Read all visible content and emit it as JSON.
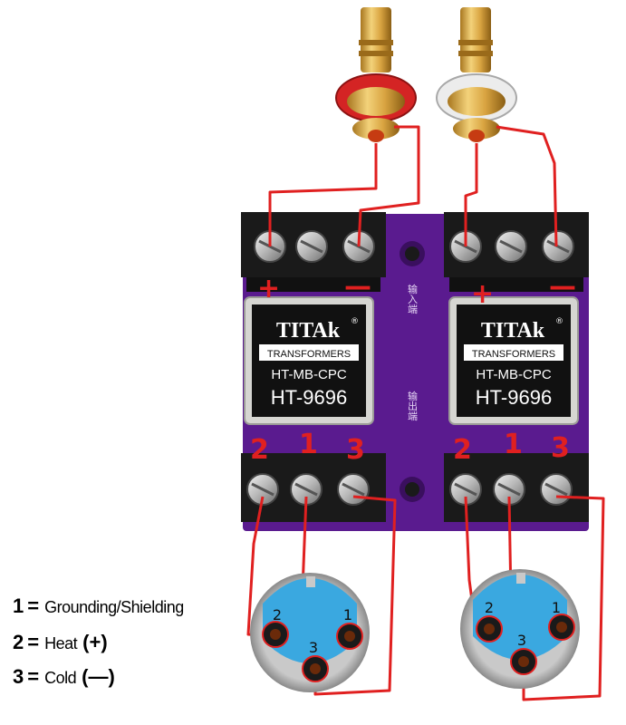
{
  "transformers": [
    {
      "brand": "TITAk",
      "registered": "®",
      "subtitle": "TRANSFORMERS",
      "model_line": "HT-MB-CPC",
      "model": "HT-9696"
    },
    {
      "brand": "TITAk",
      "registered": "®",
      "subtitle": "TRANSFORMERS",
      "model_line": "HT-MB-CPC",
      "model": "HT-9696"
    }
  ],
  "board": {
    "input_label": "输入端",
    "output_label": "输出端"
  },
  "input_marks": [
    "+",
    "—",
    "+",
    "—"
  ],
  "output_pin_marks": [
    "2",
    "1",
    "3",
    "2",
    "1",
    "3"
  ],
  "xlr_pins": [
    [
      "2",
      "1",
      "3"
    ],
    [
      "2",
      "1",
      "3"
    ]
  ],
  "legend": [
    {
      "num": "1",
      "eq": "=",
      "text": "Grounding/Shielding",
      "symbol": ""
    },
    {
      "num": "2",
      "eq": "=",
      "text": "Heat",
      "symbol": "(+)"
    },
    {
      "num": "3",
      "eq": "=",
      "text": "Cold",
      "symbol": "(—)"
    }
  ],
  "colors": {
    "board": "#5a1b8f",
    "wire": "#e02020",
    "terminal_block": "#1a1a1a",
    "xlr_body": "#3aa8e0",
    "rca_gold": "#d9a441",
    "rca_red_ring": "#d42424",
    "rca_white_ring": "#e8e8e8"
  }
}
